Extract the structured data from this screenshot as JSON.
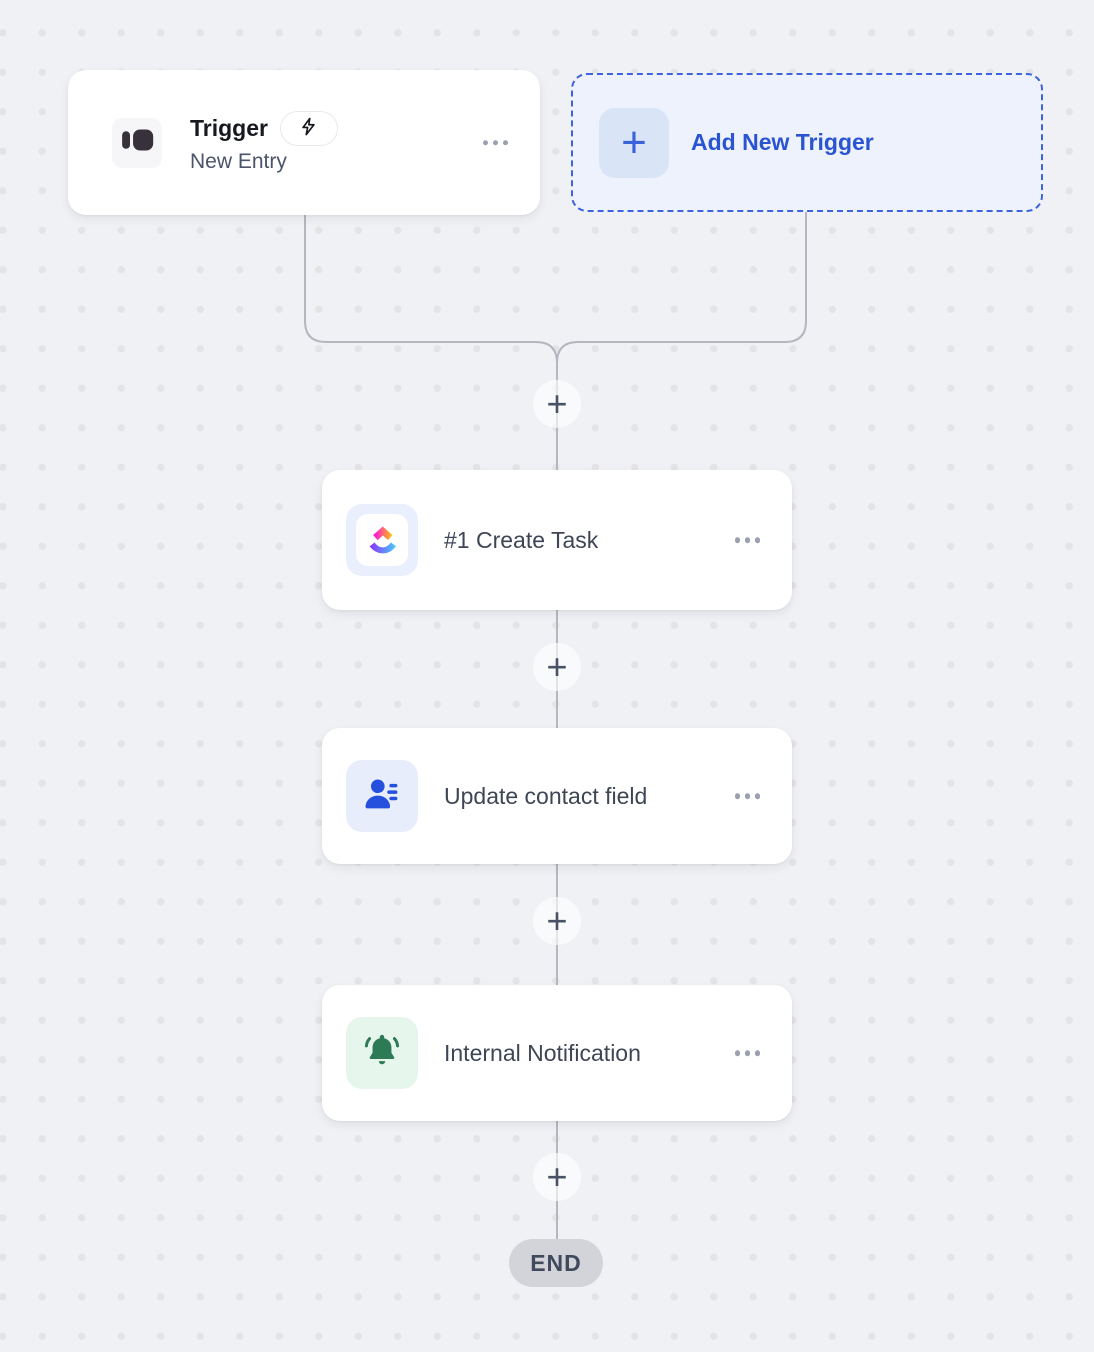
{
  "trigger_card": {
    "title": "Trigger",
    "subtitle": "New Entry",
    "badge_icon": "lightning-icon",
    "app_icon": "form-app-logo",
    "menu_icon": "ellipsis-menu-icon"
  },
  "add_trigger_button": {
    "label": "Add New Trigger",
    "plus_symbol": "+"
  },
  "nodes": [
    {
      "label": "#1 Create Task",
      "icon": "clickup-icon"
    },
    {
      "label": "Update contact field",
      "icon": "contact-card-icon"
    },
    {
      "label": "Internal Notification",
      "icon": "bell-icon"
    }
  ],
  "connectors": {
    "plus_symbol": "+"
  },
  "end_badge": {
    "label": "END"
  },
  "colors": {
    "canvas_background": "#f0f1f4",
    "canvas_dots": "#e4e4e6",
    "connector_line": "#b4b7be",
    "accent_blue": "#2b54d3",
    "dashed_border_blue": "#3e63de",
    "add_button_background": "#edf2fc",
    "contact_icon_blue": "#2450dd",
    "bell_icon_green": "#2d7a57",
    "end_pill_background": "#d2d4da",
    "clickup_gradient_top": [
      "#FF02F0",
      "#FFC800"
    ],
    "clickup_gradient_bottom": [
      "#8930FD",
      "#49CCF9"
    ]
  }
}
